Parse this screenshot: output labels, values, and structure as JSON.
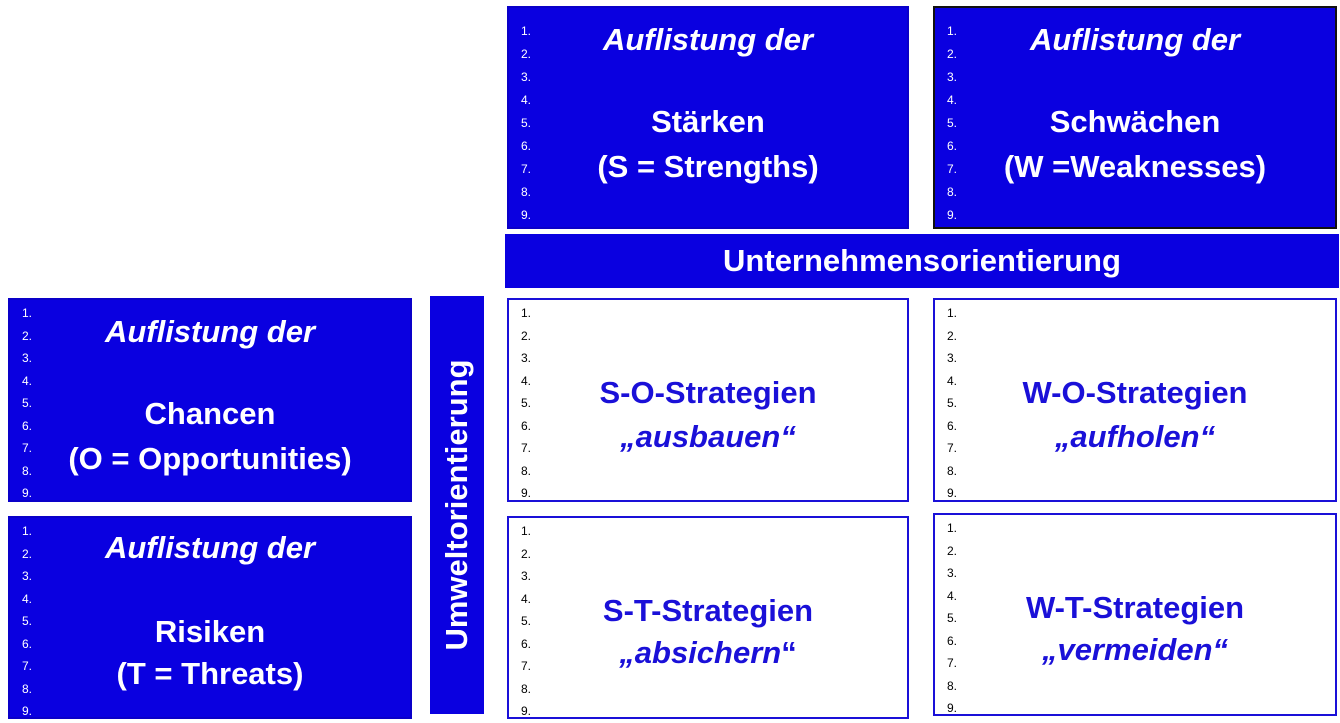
{
  "numbers": [
    "1.",
    "2.",
    "3.",
    "4.",
    "5.",
    "6.",
    "7.",
    "8.",
    "9."
  ],
  "list_heading": "Auflistung der",
  "strengths": {
    "line1": "Stärken",
    "line2": "(S = Strengths)"
  },
  "weaknesses": {
    "line1": "Schwächen",
    "line2": "(W =Weaknesses)"
  },
  "opportunities": {
    "line1": "Chancen",
    "line2": "(O = Opportunities)"
  },
  "threats": {
    "line1": "Risiken",
    "line2": "(T = Threats)"
  },
  "company_bar": "Unternehmensorientierung",
  "environment_bar": "Umweltorientierung",
  "so": {
    "name": "S-O-Strategien",
    "verb": "„ausbauen“"
  },
  "wo": {
    "name": "W-O-Strategien",
    "verb": "„aufholen“"
  },
  "st": {
    "name": "S-T-Strategien",
    "verb_italic": "„absichern",
    "verb_close": "“"
  },
  "wt": {
    "name": "W-T-Strategien",
    "verb": "„vermeiden“"
  },
  "colors": {
    "box_blue": "#0a00e0",
    "strategy_text": "#1a10d8"
  }
}
